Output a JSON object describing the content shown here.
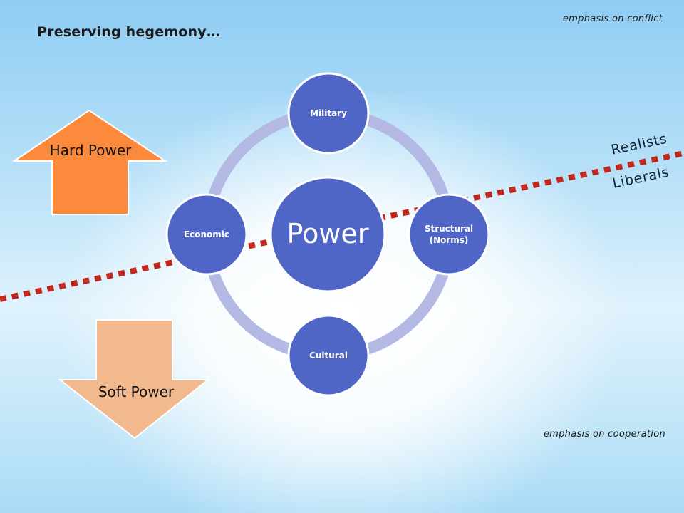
{
  "title": "Preserving hegemony…",
  "notes": {
    "top": "emphasis on conflict",
    "bottom": "emphasis on cooperation"
  },
  "labels": {
    "realists": "Realists",
    "liberals": "Liberals"
  },
  "arrows": {
    "hard": "Hard Power",
    "soft": "Soft Power"
  },
  "diagram": {
    "center": "Power",
    "nodes": {
      "military": "Military",
      "structural_line1": "Structural",
      "structural_line2": "(Norms)",
      "cultural": "Cultural",
      "economic": "Economic"
    }
  },
  "colors": {
    "node": "#4f66c7",
    "ring": "#b3b9e3",
    "hard_arrow": "#fb8a3c",
    "soft_arrow": "#f2b98f",
    "divider": "#c0281e"
  }
}
